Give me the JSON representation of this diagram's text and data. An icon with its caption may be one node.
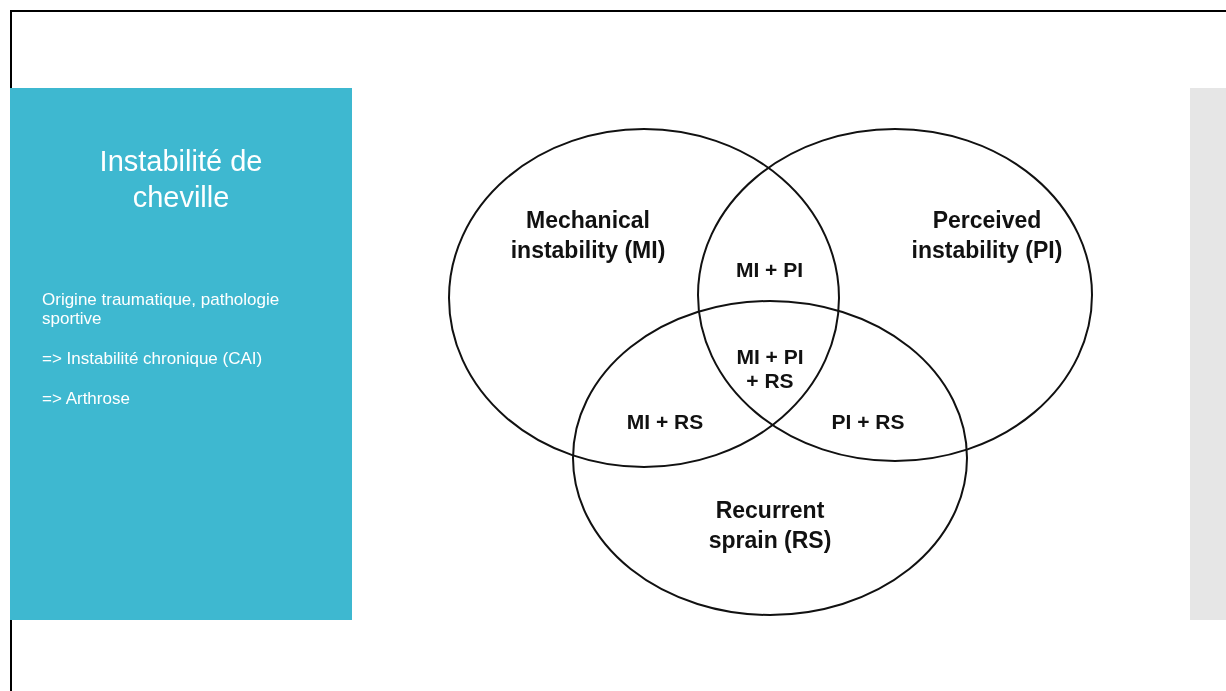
{
  "diagram": {
    "nodes": [
      {
        "text": [
          "Instabilité de cheville",
          "Origine traumatique, pathologie sportive",
          "=> Instabilité chronique (CAI)",
          "=> Arthrose"
        ]
      },
      {
        "text": [
          "Mechanical instability (MI)"
        ]
      },
      {
        "text": [
          "Perceived instability (PI)"
        ]
      },
      {
        "text": [
          "Recurrent sprain (RS)"
        ]
      },
      {
        "text": [],
        "shape": "box"
      }
    ],
    "edges": [],
    "labels": [
      "MI + PI",
      "MI + PI + RS",
      "MI + RS",
      "PI + RS"
    ]
  }
}
